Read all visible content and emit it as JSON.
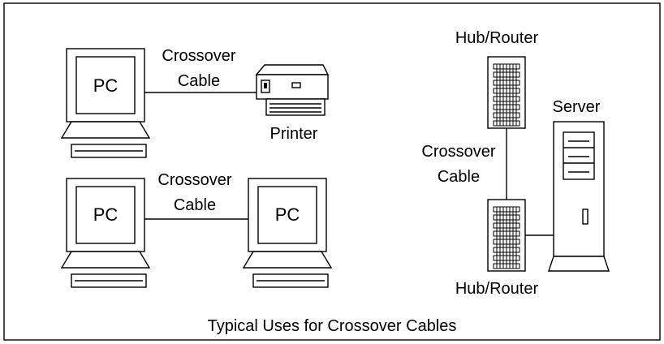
{
  "title": "Typical Uses for Crossover Cables",
  "labels": {
    "pc": "PC",
    "printer": "Printer",
    "server": "Server",
    "hub_router": "Hub/Router",
    "crossover_line1": "Crossover",
    "cable_line2": "Cable"
  },
  "icons": [
    "pc-monitor-icon",
    "keyboard-icon",
    "printer-icon",
    "hub-router-icon",
    "server-tower-icon"
  ]
}
